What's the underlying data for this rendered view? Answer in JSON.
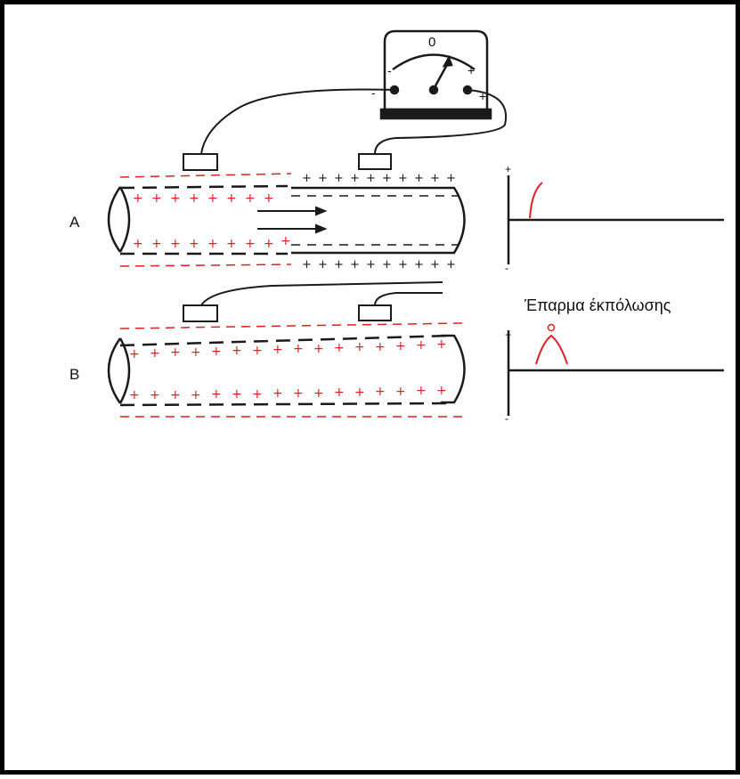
{
  "labels": {
    "fiber_a": "A",
    "fiber_b": "B",
    "meter_zero": "0",
    "minus_sign": "-",
    "plus_sign": "+",
    "caption_b": "Έπαρμα έκπόλωσης"
  },
  "colors": {
    "ink": "#1a1a1a",
    "charge_red": "#e02020",
    "frame": "#000000"
  },
  "icons": {
    "meter": "galvanometer-icon",
    "electrode": "electrode-icon"
  }
}
